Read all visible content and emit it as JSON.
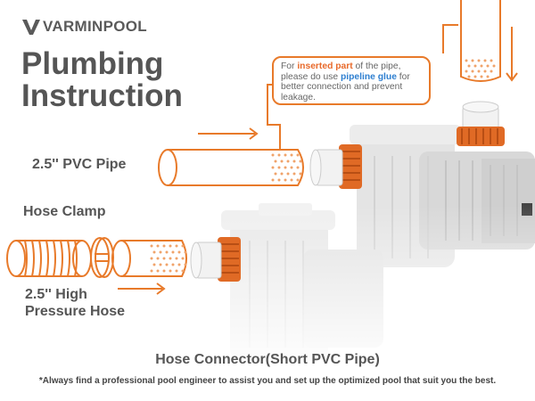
{
  "brand": {
    "name": "VARMINPOOL"
  },
  "title": {
    "line1": "Plumbing",
    "line2": "Instruction"
  },
  "note": {
    "t1": "For ",
    "h1": "inserted part",
    "t2": " of the pipe, please do use ",
    "h2": "pipeline glue",
    "t3": " for better connection and prevent leakage."
  },
  "labels": {
    "pvc_pipe": "2.5'' PVC Pipe",
    "hose_clamp": "Hose Clamp",
    "hose_line1": "2.5'' High",
    "hose_line2": "Pressure Hose"
  },
  "caption": "Hose Connector(Short PVC Pipe)",
  "footnote": "*Always find a professional pool engineer to assist you and set up the optimized pool that suit you the best.",
  "colors": {
    "accent": "#e87a2a",
    "text": "#555555",
    "highlight_blue": "#2e7fd0",
    "pump": "#e6e6e6"
  }
}
